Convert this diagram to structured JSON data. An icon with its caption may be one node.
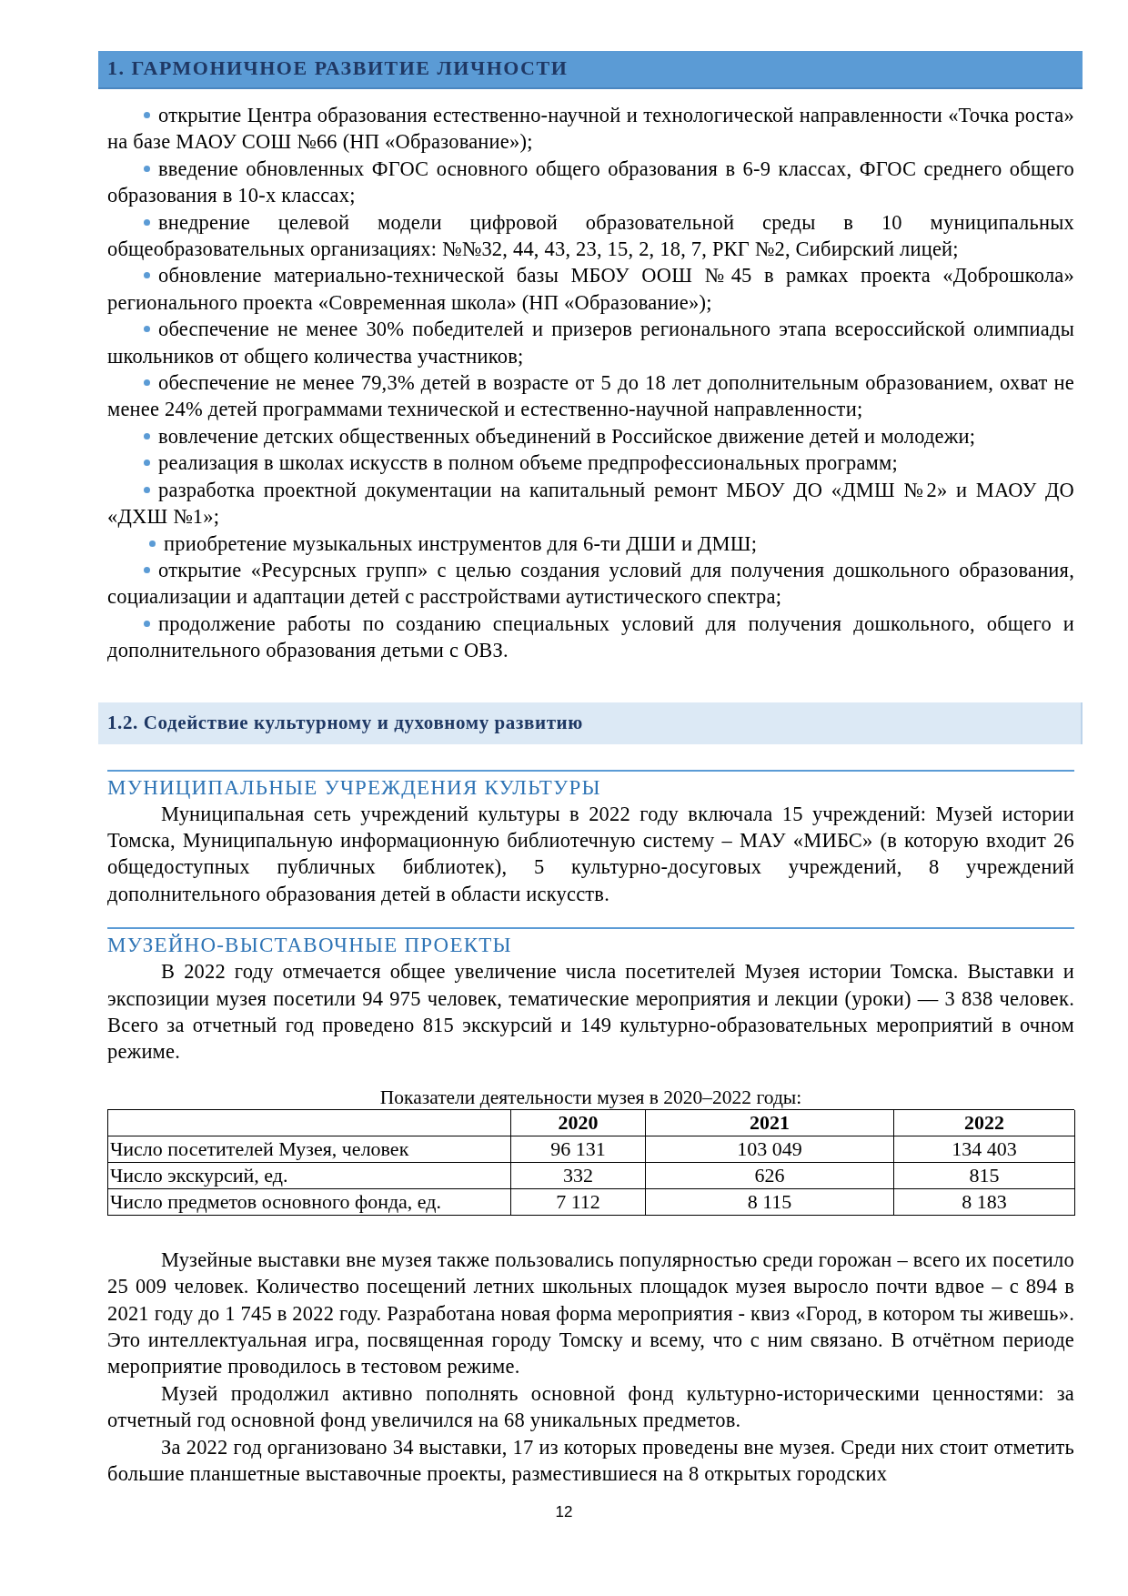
{
  "diagram": {
    "title": "1. ГАРМОНИЧНОЕ РАЗВИТИЕ ЛИЧНОСТИ",
    "labels": [
      "открытие Центра образования естественно-научной и технологической направленности «Точка роста» на базе МАОУ СОШ №66 (НП «Образование»);",
      "введение обновленных ФГОС основного общего образования в 6-9 классах, ФГОС среднего общего образования в 10-х классах;",
      "внедрение целевой модели цифровой образовательной среды в 10 муниципальных общеобразовательных организациях: №№32, 44, 43, 23, 15, 2, 18, 7, РКГ №2, Сибирский лицей;",
      "обновление материально-технической базы МБОУ ООШ №45 в рамках проекта «Доброшкола» регионального проекта «Современная школа» (НП «Образование»);",
      "обеспечение не менее 30% победителей и призеров регионального этапа всероссийской олимпиады школьников от общего количества участников;",
      "обеспечение не менее 79,3% детей в возрасте от 5 до 18 лет дополнительным образованием, охват не менее 24% детей программами технической и естественно-научной направленности;",
      "вовлечение детских общественных объединений в Российское движение детей и молодежи;",
      "реализация в школах искусств в полном объеме предпрофессиональных программ;",
      "разработка проектной документации на капитальный ремонт МБОУ ДО «ДМШ №2» и МАОУ ДО «ДХШ №1»;",
      "приобретение музыкальных инструментов для 6-ти ДШИ и ДМШ;",
      "открытие «Ресурсных групп» с целью создания условий для получения дошкольного образования, социализации и адаптации детей с расстройствами аутистического спектра;",
      "продолжение работы по созданию специальных условий для получения дошкольного, общего и дополнительного образования детьми с ОВЗ.",
      "1.2. Содействие культурному и духовному развитию",
      "МУНИЦИПАЛЬНЫЕ УЧРЕЖДЕНИЯ КУЛЬТУРЫ",
      "Муниципальная сеть учреждений культуры в 2022 году включала 15 учреждений: Музей истории Томска, Муниципальную информационную библиотечную систему – МАУ «МИБС» (в которую входит 26 общедоступных публичных библиотек), 5 культурно-досуговых учреждений, 8 учреждений дополнительного образования детей в области искусств.",
      "МУЗЕЙНО-ВЫСТАВОЧНЫЕ ПРОЕКТЫ",
      "В 2022 году отмечается общее увеличение числа посетителей Музея истории Томска. Выставки и экспозиции музея посетили 94 975 человек, тематические мероприятия и лекции (уроки) — 3 838 человек. Всего за отчетный год проведено 815 экскурсий и 149 культурно-образовательных мероприятий в очном режиме.",
      "Показатели деятельности музея в 2020–2022 годы:",
      "2020",
      "2021",
      "2022",
      "Число посетителей Музея, человек",
      "96 131",
      "103 049",
      "134 403",
      "Число экскурсий, ед.",
      "332",
      "626",
      "815",
      "Число предметов основного фонда, ед.",
      "7 112",
      "8 115",
      "8 183",
      "Музейные выставки вне музея также пользовались популярностью среди горожан – всего их посетило 25 009 человек. Количество посещений летних школьных площадок музея выросло почти вдвое – с 894 в 2021 году до 1 745 в 2022 году. Разработана новая форма мероприятия - квиз «Город, в котором ты живешь». Это интеллектуальная игра, посвященная городу Томску и всему, что с ним связано. В отчётном периоде мероприятие проводилось в тестовом режиме.",
      "Музей продолжил активно пополнять основной фонд культурно-историческими ценностями: за отчетный год основной фонд увеличился на 68 уникальных предметов.",
      "За 2022 год организовано 34 выставки, 17 из которых проведены вне музея. Среди них стоит отметить большие планшетные выставочные проекты, разместившиеся на 8 открытых городских",
      "12"
    ]
  }
}
